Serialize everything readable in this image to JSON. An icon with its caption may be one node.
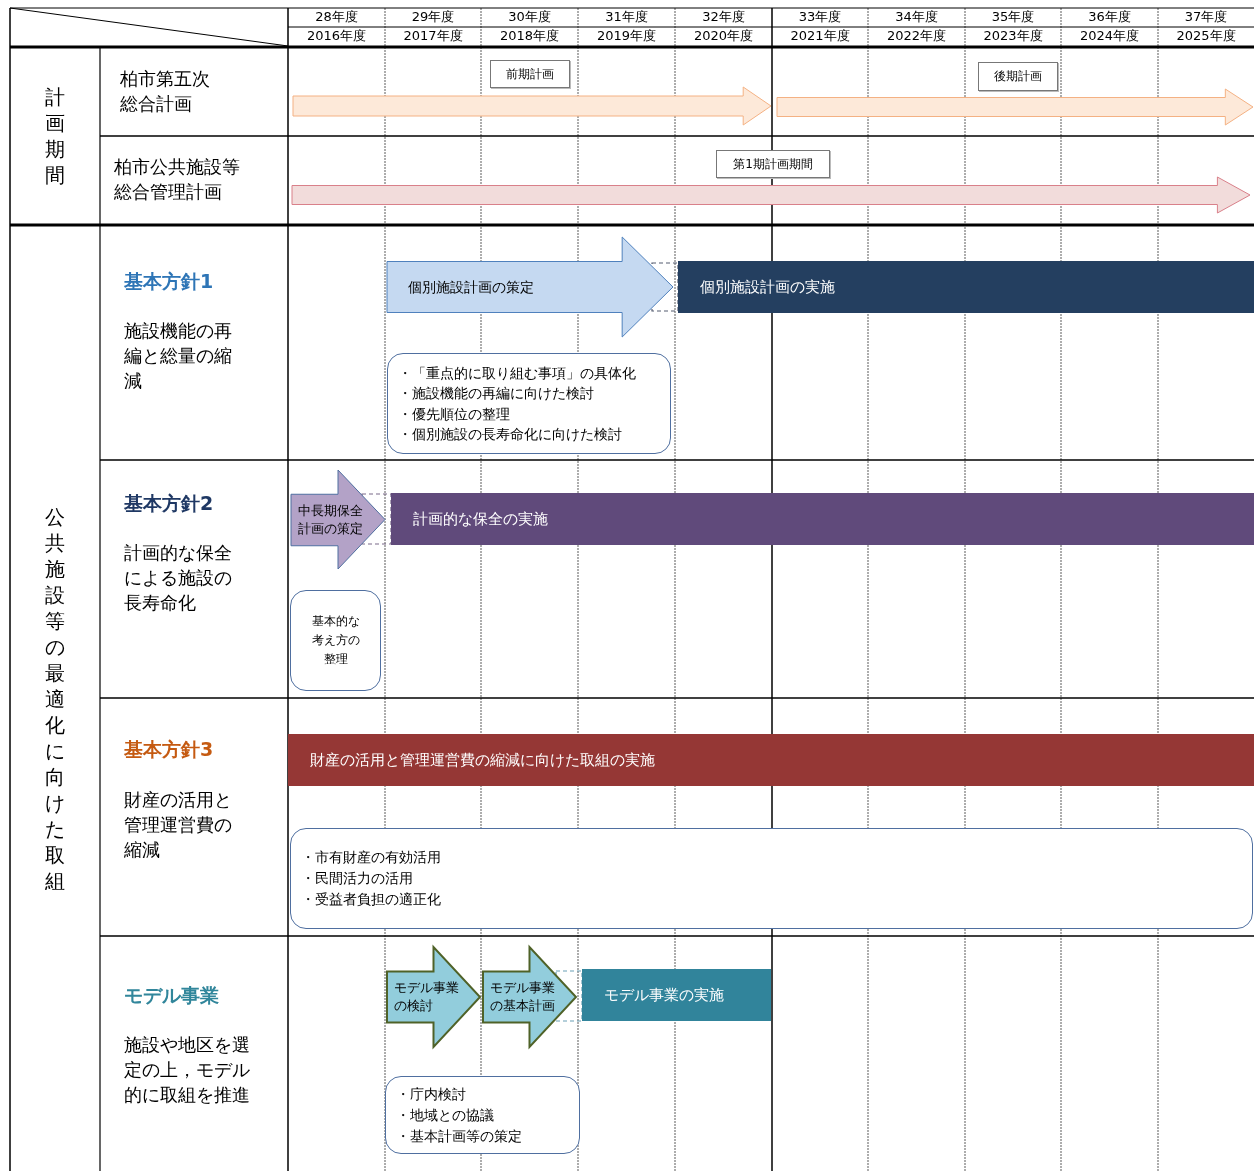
{
  "diagram": {
    "nodes": [
      {
        "text": [
          "前期計画"
        ]
      },
      {
        "text": [],
        "shape": "arrow"
      },
      {
        "text": [
          "後期計画"
        ]
      },
      {
        "text": [],
        "shape": "arrow"
      },
      {
        "text": [
          "第1期計画期間"
        ]
      },
      {
        "text": [],
        "shape": "arrow"
      },
      {
        "text": [
          "個別施設計画の策定"
        ]
      },
      {
        "text": [
          "個別施設計画の実施"
        ]
      },
      {
        "text": [
          "・「重点的に取り組む事項」の具体化",
          "・施設機能の再編に向けた検討",
          "・優先順位の整理",
          "・個別施設の長寿命化に向けた検討"
        ]
      },
      {
        "text": [
          "中長期保全計画の策定"
        ]
      },
      {
        "text": [
          "計画的な保全の実施"
        ]
      },
      {
        "text": [
          "基本的な考え方の整理"
        ]
      },
      {
        "text": [
          "財産の活用と管理運営費の縮減に向けた取組の実施"
        ]
      },
      {
        "text": [
          "・市有財産の有効活用",
          "・民間活力の活用",
          "・受益者負担の適正化"
        ]
      },
      {
        "text": [
          "モデル事業の検討"
        ]
      },
      {
        "text": [
          "モデル事業の基本計画"
        ]
      },
      {
        "text": [
          "モデル事業の実施"
        ]
      },
      {
        "text": [
          "・庁内検討",
          "・地域との協議",
          "・基本計画等の策定"
        ]
      }
    ],
    "edges": [],
    "labels": [
      "28年度",
      "29年度",
      "30年度",
      "31年度",
      "32年度",
      "33年度",
      "34年度",
      "35年度",
      "36年度",
      "37年度",
      "2016年度",
      "2017年度",
      "2018年度",
      "2019年度",
      "2020年度",
      "2021年度",
      "2022年度",
      "2023年度",
      "2024年度",
      "2025年度",
      "計画期間",
      "柏市第五次総合計画",
      "柏市公共施設等総合管理計画",
      "公共施設等の最適化に向けた取組",
      "基本方針1",
      "施設機能の再編と総量の縮減",
      "基本方針2",
      "計画的な保全による施設の長寿命化",
      "基本方針3",
      "財産の活用と管理運営費の縮減",
      "モデル事業",
      "施設や地区を選定の上，モデル的に取組を推進"
    ]
  }
}
